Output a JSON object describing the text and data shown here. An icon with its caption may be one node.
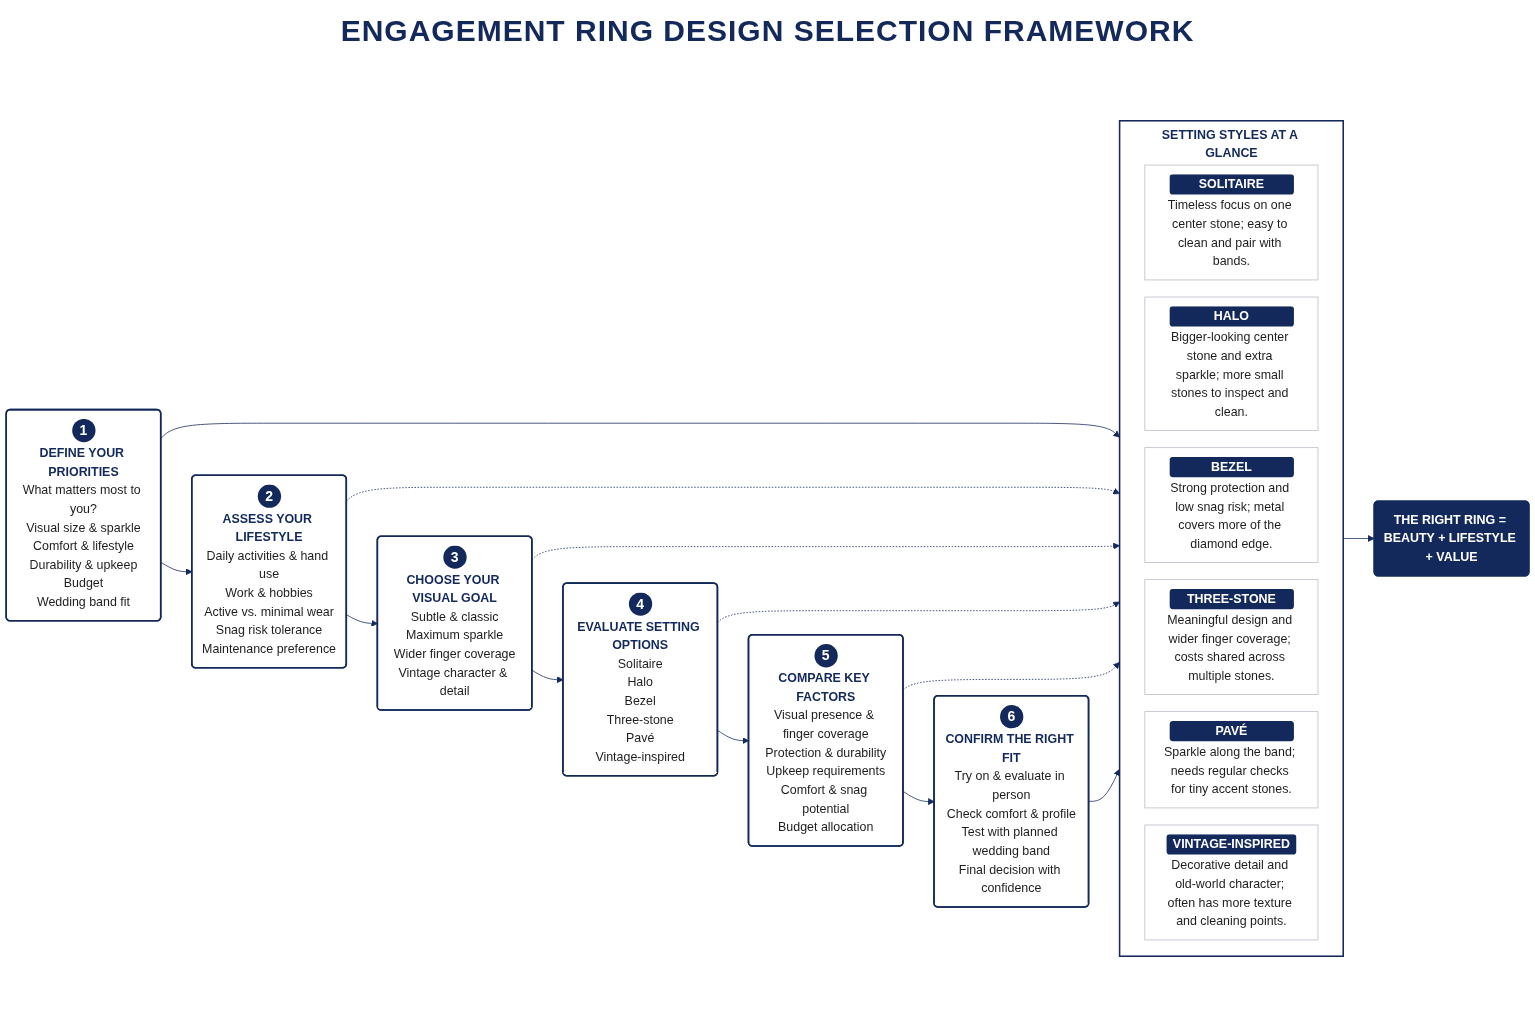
{
  "diagram": {
    "title": "ENGAGEMENT RING DESIGN SELECTION FRAMEWORK",
    "nodes": [
      {
        "text": [
          "1",
          "DEFINE YOUR PRIORITIES",
          "What matters most to you?",
          "Visual size & sparkle",
          "Comfort & lifestyle",
          "Durability & upkeep",
          "Budget",
          "Wedding band fit"
        ]
      },
      {
        "text": [
          "2",
          "ASSESS YOUR LIFESTYLE",
          "Daily activities & hand use",
          "Work & hobbies",
          "Active vs. minimal wear",
          "Snag risk tolerance",
          "Maintenance preference"
        ]
      },
      {
        "text": [
          "3",
          "CHOOSE YOUR VISUAL GOAL",
          "Subtle & classic",
          "Maximum sparkle",
          "Wider finger coverage",
          "Vintage character & detail"
        ]
      },
      {
        "text": [
          "4",
          "EVALUATE SETTING OPTIONS",
          "Solitaire",
          "Halo",
          "Bezel",
          "Three-stone",
          "Pavé",
          "Vintage-inspired"
        ]
      },
      {
        "text": [
          "5",
          "COMPARE KEY FACTORS",
          "Visual presence & finger coverage",
          "Protection & durability",
          "Upkeep requirements",
          "Comfort & snag potential",
          "Budget allocation"
        ]
      },
      {
        "text": [
          "6",
          "CONFIRM THE RIGHT FIT",
          "Try on & evaluate in person",
          "Check comfort & profile",
          "Test with planned wedding band",
          "Final decision with confidence"
        ]
      },
      {
        "text": [
          "SETTING STYLES AT A GLANCE"
        ]
      },
      {
        "text": [
          "SOLITAIRE",
          "Timeless focus on one center stone; easy to clean and pair with bands."
        ],
        "in": 6
      },
      {
        "text": [
          "HALO",
          "Bigger-looking center stone and extra sparkle; more small stones to inspect and clean."
        ],
        "in": 6
      },
      {
        "text": [
          "BEZEL",
          "Strong protection and low snag risk; metal covers more of the diamond edge."
        ],
        "in": 6
      },
      {
        "text": [
          "THREE-STONE",
          "Meaningful design and wider finger coverage; costs shared across multiple stones."
        ],
        "in": 6
      },
      {
        "text": [
          "PAVÉ",
          "Sparkle along the band; needs regular checks for tiny accent stones."
        ],
        "in": 6
      },
      {
        "text": [
          "VINTAGE-INSPIRED",
          "Decorative detail and old-world character; often has more texture and cleaning points."
        ],
        "in": 6
      },
      {
        "text": [
          "THE RIGHT RING = BEAUTY + LIFESTYLE + VALUE"
        ]
      }
    ],
    "edges": [
      {
        "from": 0,
        "to": 1,
        "arrow": "to"
      },
      {
        "from": 1,
        "to": 2,
        "arrow": "to"
      },
      {
        "from": 2,
        "to": 3,
        "arrow": "to"
      },
      {
        "from": 3,
        "to": 4,
        "arrow": "to"
      },
      {
        "from": 4,
        "to": 5,
        "arrow": "to"
      },
      {
        "from": 0,
        "to": 6,
        "arrow": "to"
      },
      {
        "from": 1,
        "to": 6,
        "arrow": "to",
        "style": "dashed"
      },
      {
        "from": 2,
        "to": 6,
        "arrow": "to",
        "style": "dashed"
      },
      {
        "from": 3,
        "to": 6,
        "arrow": "to",
        "style": "dashed"
      },
      {
        "from": 4,
        "to": 6,
        "arrow": "to",
        "style": "dashed"
      },
      {
        "from": 5,
        "to": 6,
        "arrow": "to"
      },
      {
        "from": 6,
        "to": 13,
        "arrow": "to"
      }
    ]
  }
}
